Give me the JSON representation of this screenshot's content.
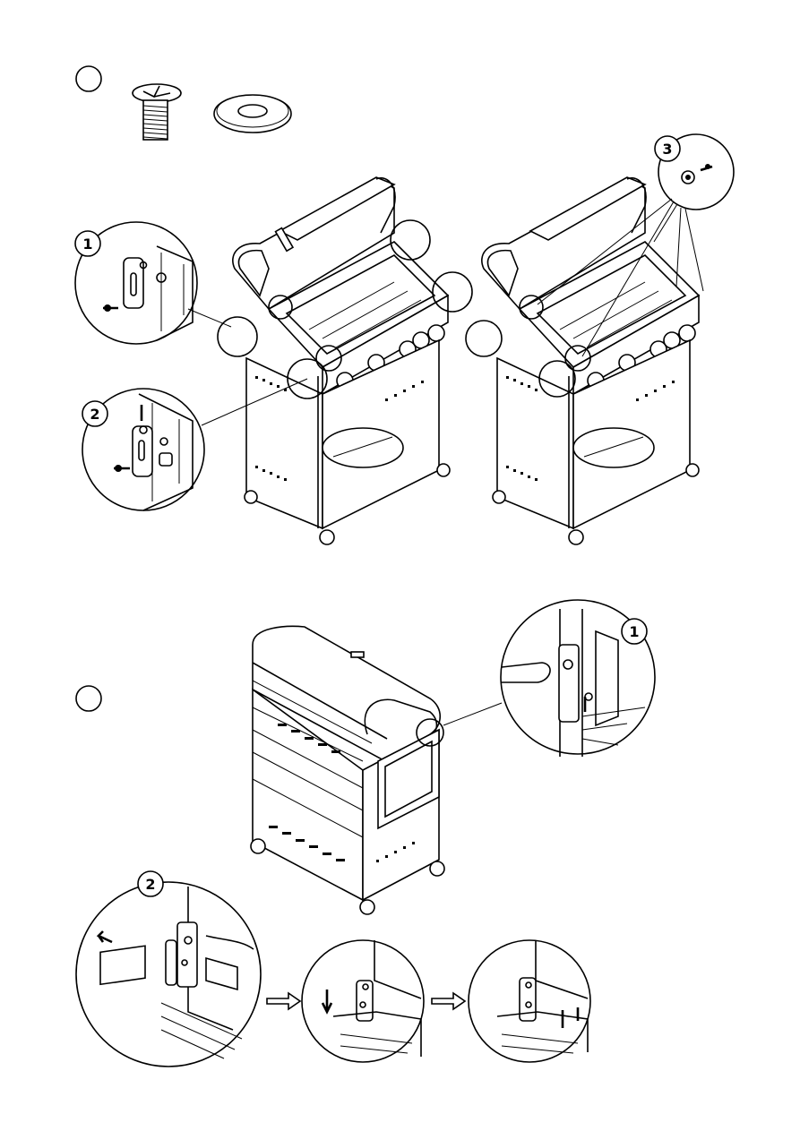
{
  "callouts": {
    "top_left_1": "1",
    "top_left_2": "2",
    "top_right_3": "3",
    "bottom_right_1": "1",
    "bottom_left_2": "2"
  },
  "parts": [
    "screw-icon",
    "washer-icon"
  ],
  "icons": {
    "step_marker_top": "empty-circle-icon",
    "step_marker_bottom": "empty-circle-icon",
    "arrow": "right-arrow-icon"
  }
}
